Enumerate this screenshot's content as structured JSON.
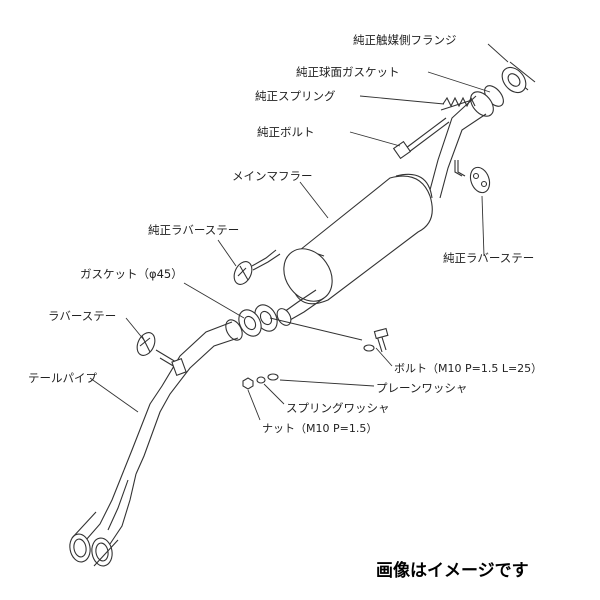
{
  "labels": {
    "oem_catalyst_flange": "純正触媒側フランジ",
    "oem_ball_gasket": "純正球面ガスケット",
    "oem_spring": "純正スプリング",
    "oem_bolt": "純正ボルト",
    "main_muffler": "メインマフラー",
    "oem_rubber_stay_left": "純正ラバーステー",
    "oem_rubber_stay_right": "純正ラバーステー",
    "gasket": "ガスケット（φ45）",
    "rubber_stay": "ラバーステー",
    "tail_pipe": "テールパイプ",
    "bolt": "ボルト（M10 P=1.5 L=25）",
    "plain_washer": "プレーンワッシャ",
    "spring_washer": "スプリングワッシャ",
    "nut": "ナット（M10  P=1.5）"
  },
  "caption": "画像はイメージです"
}
